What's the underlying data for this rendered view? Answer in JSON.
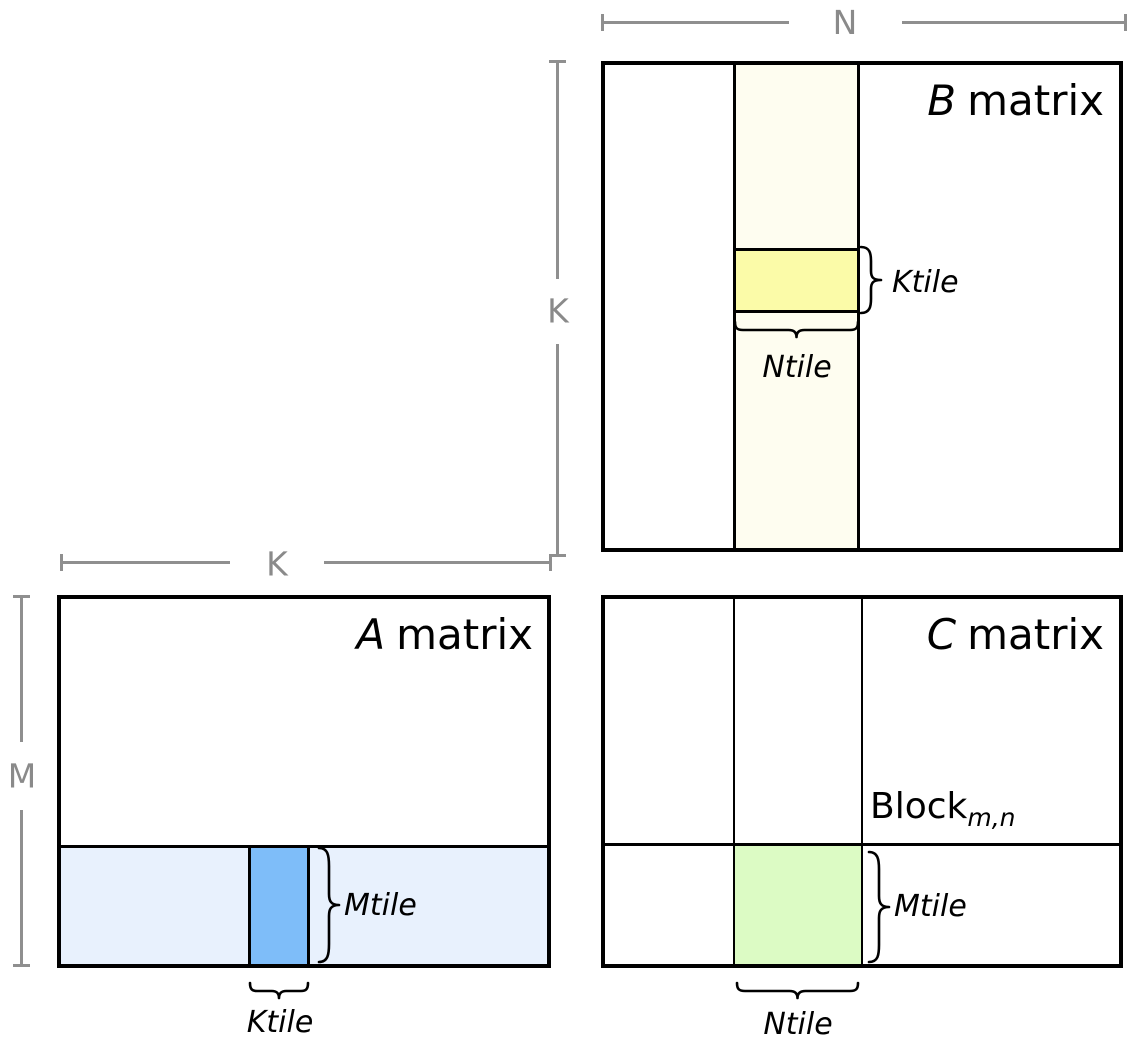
{
  "dims": {
    "n": "N",
    "k_b": "K",
    "k_a": "K",
    "m_a": "M"
  },
  "b_matrix": {
    "title_letter": "B",
    "title_word": "matrix",
    "ktile": "Ktile",
    "ntile": "Ntile"
  },
  "a_matrix": {
    "title_letter": "A",
    "title_word": "matrix",
    "mtile": "Mtile",
    "ktile": "Ktile"
  },
  "c_matrix": {
    "title_letter": "C",
    "title_word": "matrix",
    "block_word": "Block",
    "block_subscript": "m,n",
    "mtile": "Mtile",
    "ntile": "Ntile"
  },
  "colors": {
    "b_strip": "#fefdf0",
    "b_tile": "#fbfba8",
    "a_strip": "#e8f1fd",
    "a_tile": "#7ebdf9",
    "c_tile": "#dcfbc4",
    "dim_gray": "#8a8a8a",
    "line_black": "#000000"
  }
}
